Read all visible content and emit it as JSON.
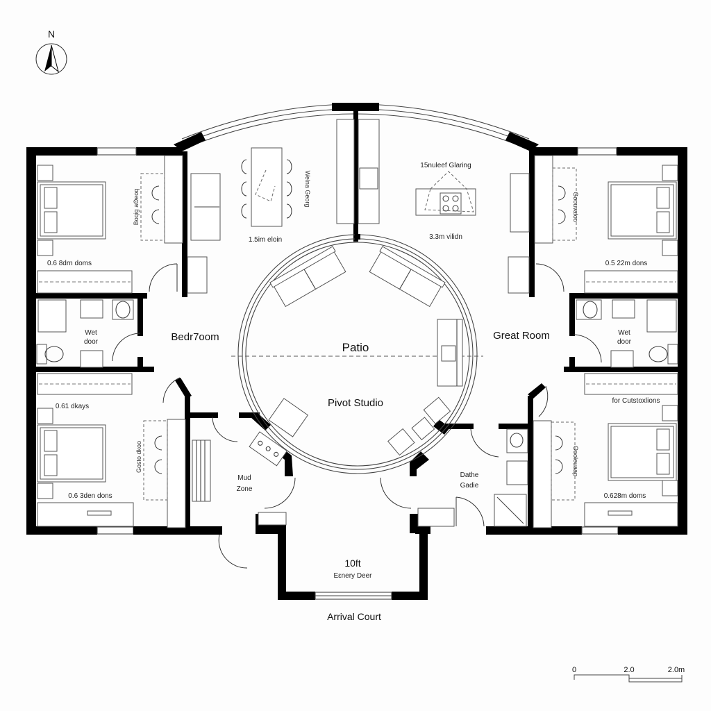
{
  "compass": {
    "label": "N"
  },
  "rooms": {
    "patio": "Patio",
    "pivot_studio": "Pivot Studio",
    "bedroom_left": "Bedr7oom",
    "great_room": "Great Room",
    "mud_zone_line1": "Mud",
    "mud_zone_line2": "Zone",
    "dathe_gadie_line1": "Dathe",
    "dathe_gadie_line2": "Gadie",
    "entry_dim": "10ft",
    "entry_label": "Eεnery Deer",
    "arrival_court": "Arrival Court",
    "wet_left_line1": "Wet",
    "wet_left_line2": "door",
    "wet_right_line1": "Wet",
    "wet_right_line2": "door"
  },
  "annotations": {
    "dining_dim": "1.5im eloin",
    "dining_side": "Welna Georg",
    "kitchen_title": "15nuleef Glaring",
    "kitchen_dim": "3.3m vilidn",
    "bed_tl_wardrobe": "0.6 8drn doms",
    "bed_tl_desk": "Bοqig aΘeoq",
    "bed_bl_wardrobe": "0.61 dkays",
    "bed_bl_bottom": "0.6 3den dons",
    "bed_bl_desk": "Gosto dkoo",
    "bed_tr_wardrobe": "0.5 22m dons",
    "bed_tr_desk": "Goouvaloo",
    "bed_br_wardrobe": "for Cutstoxlions",
    "bed_br_bottom": "0.628m doms",
    "bed_br_desk": "Oooleuaap"
  },
  "scale_bar": {
    "start": "0",
    "mid": "2.0",
    "end": "2.0m"
  }
}
